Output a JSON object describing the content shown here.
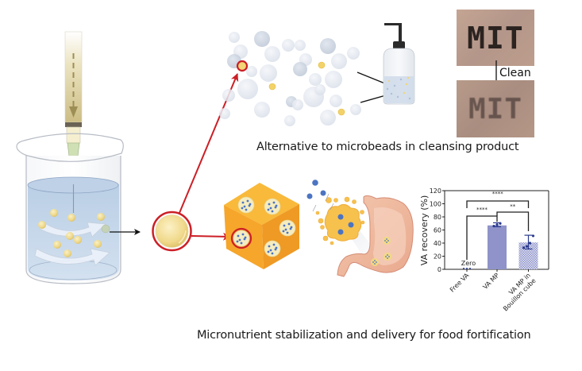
{
  "captions": {
    "cleansing": "Alternative to microbeads in cleansing product",
    "food": "Micronutrient stabilization and delivery for food fortification"
  },
  "photos": {
    "before_text": "MIT",
    "after_text": "MIT",
    "arrow_label": "Clean"
  },
  "colors": {
    "red_accent": "#cc1f26",
    "particle_yellow": "#f1d98a",
    "cube_top": "#f9b93a",
    "cube_left": "#f6a62b",
    "cube_right": "#ef9a24",
    "bar_fill": "#8f93c9",
    "error_bar": "#2b3b8e",
    "water": "#c9d9ec",
    "payload_blue": "#4c74c2"
  },
  "chart_data": {
    "type": "bar",
    "title": "",
    "xlabel": "",
    "ylabel": "VA recovery (%)",
    "ylim": [
      0,
      120
    ],
    "yticks": [
      0,
      20,
      40,
      60,
      80,
      100,
      120
    ],
    "categories": [
      "Free VA",
      "VA MP",
      "VA MP in Bouillon cube"
    ],
    "category_lines": [
      [
        "Free VA"
      ],
      [
        "VA MP"
      ],
      [
        "VA MP in",
        "Bouillon cube"
      ]
    ],
    "values": [
      0,
      67,
      41
    ],
    "error_upper": [
      0,
      71,
      52
    ],
    "error_lower": [
      0,
      65,
      31
    ],
    "points": [
      [
        0,
        0,
        0
      ],
      [
        66,
        68,
        70
      ],
      [
        33,
        35,
        40,
        51
      ]
    ],
    "patterns": [
      "none",
      "solid",
      "checker"
    ],
    "annotations": {
      "zero_label": "Zero",
      "significance": [
        {
          "from": 0,
          "to": 2,
          "label": "****"
        },
        {
          "from": 0,
          "to": 1,
          "label": "****"
        },
        {
          "from": 1,
          "to": 2,
          "label": "**"
        }
      ]
    },
    "grid": false,
    "legend": "none"
  }
}
